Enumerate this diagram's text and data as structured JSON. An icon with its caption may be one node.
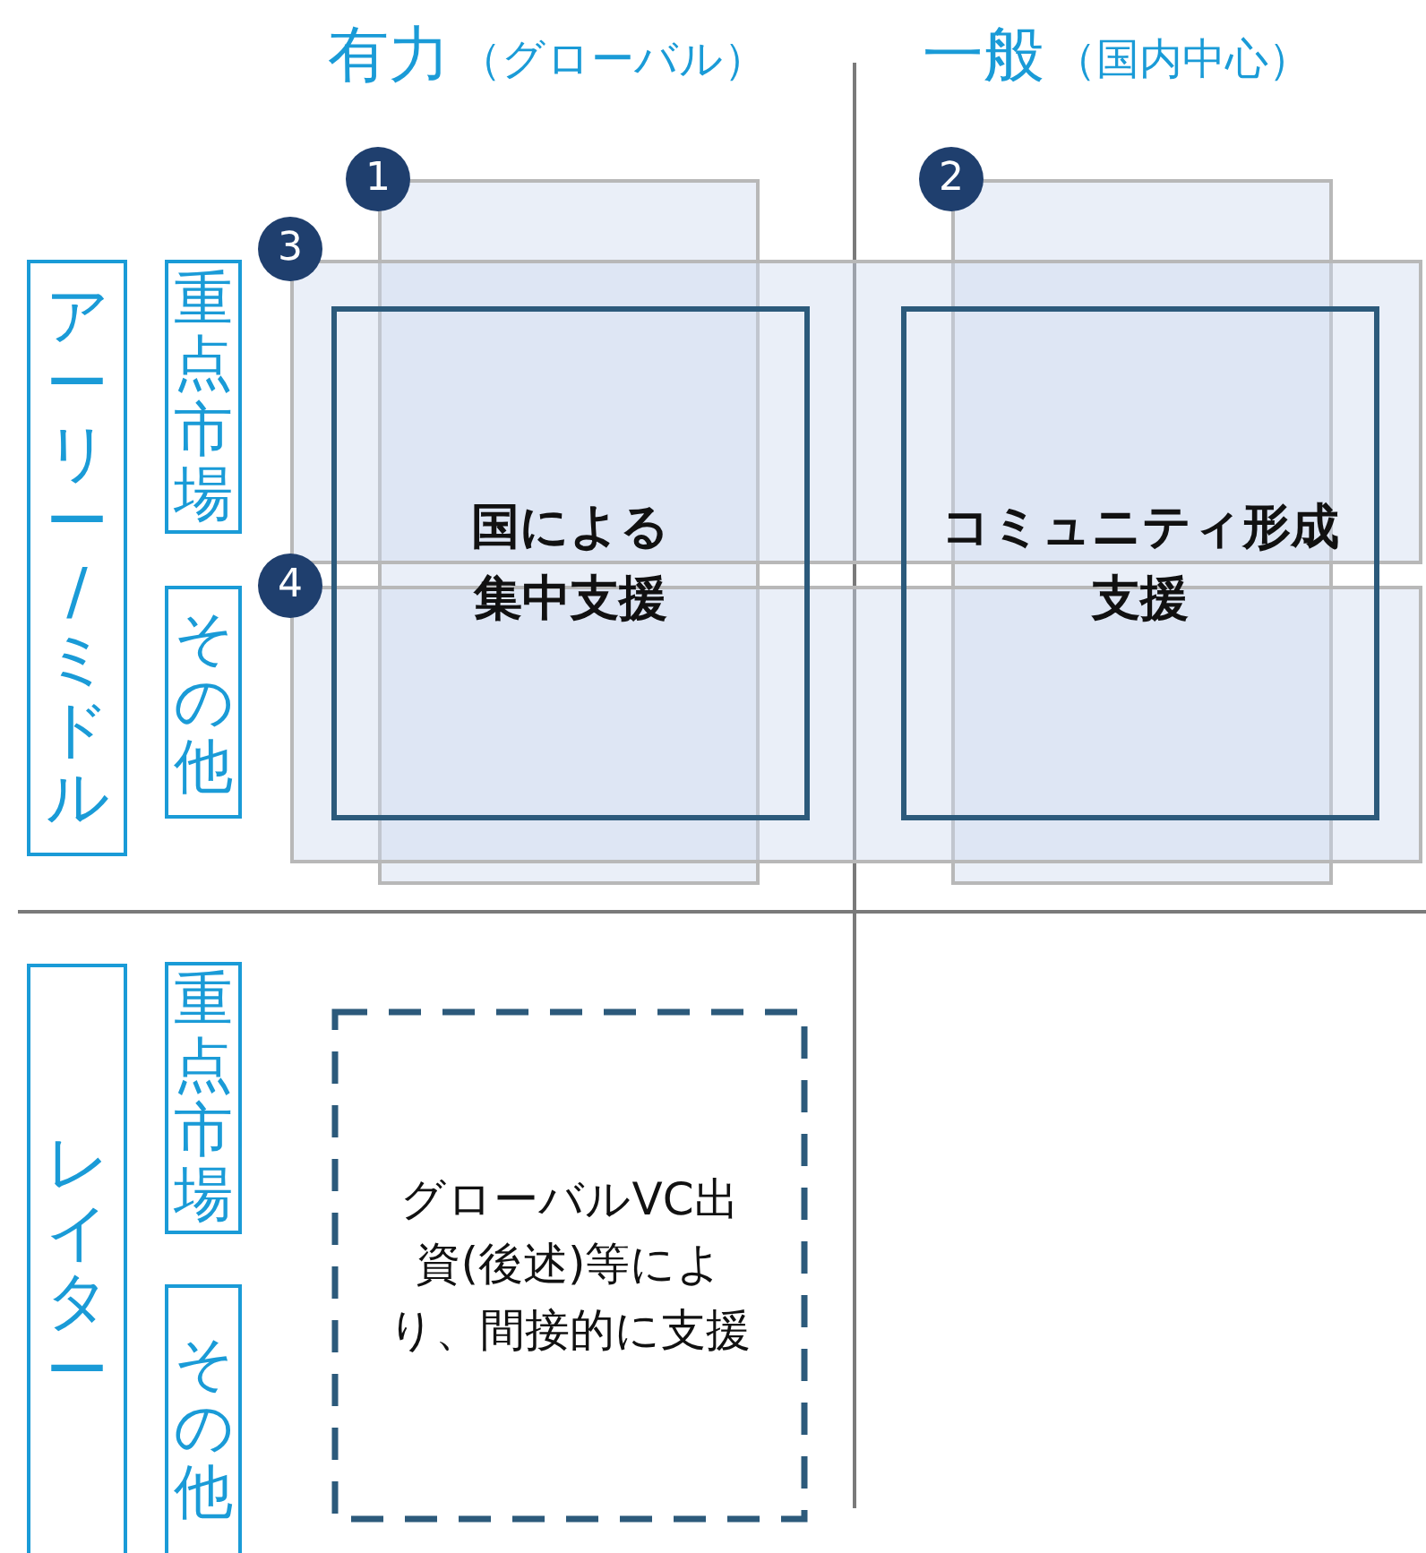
{
  "diagram": {
    "nodes": [
      {
        "text": [
          "アーリー/ミドル"
        ]
      },
      {
        "text": [
          "重点市場"
        ]
      },
      {
        "text": [
          "その他"
        ]
      },
      {
        "text": [
          "レイター"
        ]
      },
      {
        "text": [
          "重点市場"
        ]
      },
      {
        "text": [
          "その他"
        ]
      },
      {
        "text": [
          "1"
        ]
      },
      {
        "text": [
          "2"
        ]
      },
      {
        "text": [
          "3"
        ]
      },
      {
        "text": [
          "4"
        ]
      },
      {
        "text": [
          "国による集中支援"
        ]
      },
      {
        "text": [
          "コミュニティ形成支援"
        ]
      },
      {
        "text": [
          "グローバルVC出資(後述)等により、間接的に支援"
        ]
      }
    ],
    "edges": [],
    "labels": [
      "有力",
      "（グローバル）",
      "一般",
      "（国内中心）"
    ]
  }
}
